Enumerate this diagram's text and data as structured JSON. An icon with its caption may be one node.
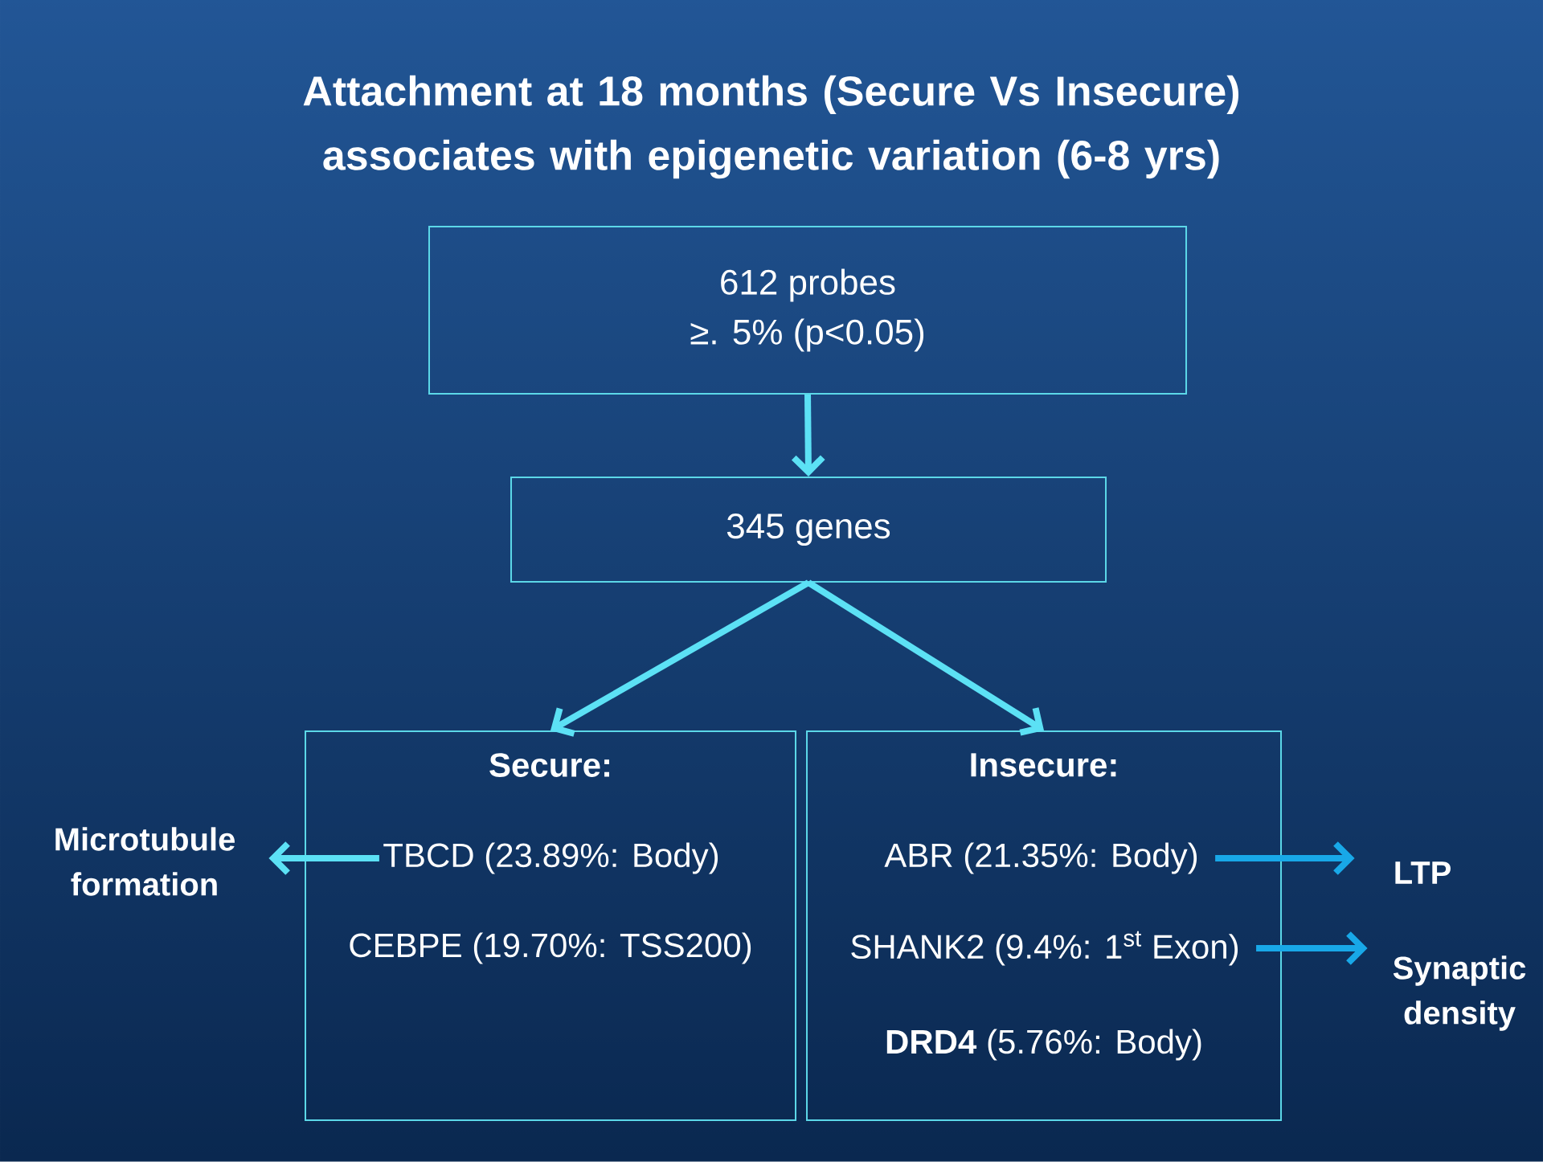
{
  "diagram": {
    "title": "Attachment at 18 months (Secure Vs Insecure) associates with epigenetic variation (6-8 yrs)",
    "nodes": [
      {
        "text": [
          "612 probes",
          "≥. 5% (p<0.05)"
        ]
      },
      {
        "text": [
          "345 genes"
        ]
      },
      {
        "text": [
          "Secure:",
          "CEBPE (19.70%: TSS200)"
        ]
      },
      {
        "text": [
          "TBCD (23.89%: Body)"
        ],
        "in": 2
      },
      {
        "text": [
          "Insecure:",
          "**DRD4** (5.76%: Body)"
        ]
      },
      {
        "text": [
          "ABR (21.35%: Body)"
        ],
        "in": 4
      },
      {
        "text": [
          "SHANK2 (9.4%: 1$^{st}$ Exon)"
        ],
        "in": 4
      },
      {
        "text": [
          "Microtubule formation"
        ]
      },
      {
        "text": [
          "LTP"
        ]
      },
      {
        "text": [
          "Synaptic density"
        ]
      }
    ],
    "edges": [
      {
        "from": 0,
        "to": 1,
        "arrow": "to"
      },
      {
        "from": 1,
        "to": 2,
        "arrow": "to"
      },
      {
        "from": 1,
        "to": 4,
        "arrow": "to"
      },
      {
        "from": 3,
        "to": 7,
        "arrow": "to"
      },
      {
        "from": 5,
        "to": 8,
        "arrow": "to",
        "color": "#18a8e8"
      },
      {
        "from": 6,
        "to": 9,
        "arrow": "to",
        "color": "#18a8e8"
      }
    ]
  }
}
